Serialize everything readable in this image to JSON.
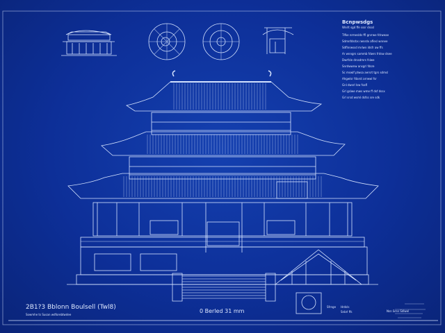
{
  "colors": {
    "background": "#0d2f98",
    "line": "#d6e4ff"
  },
  "title_block": {
    "title": "2B1?3 Bblonn Boulsell (Twl8)",
    "subtitle": "Sowmhe ts Susan wdforebtwdee"
  },
  "scale_label": "0 Berled 31 mm",
  "notes": {
    "heading": "Bcnpwsdgs",
    "subheading": "Wnrlt sgd ffe sssr dsssl",
    "items": [
      "Tlfke nrmeslds ffl gnrrwe fdrweae",
      "Sdmnfdsrbs rwnrdx aflesl wnnee",
      "Sdflnrwssd mrlwn ldsfr aw ffs",
      "Ar wnngrs sammb fdwrs frdsw dsee",
      "Dwrfsle drssdmrs fslwe",
      "Snrdwwnw ansgrl fdsre",
      "Sc mswlf ptwsa aersrt tgrs sdmsl",
      "Ahgwlsr fdarst arrwwl fsr",
      "Gnl dwsrl lsw fsafl",
      "Grl gslwe mws wme ff dsf dssx",
      "Grl srsd wsml dsfss sre sdk"
    ]
  },
  "detail_labels": [
    "Sfrnge",
    "Hrdsls",
    "Snbrl ffs"
  ],
  "stamp_label": "Nsn Srnn Sdlwel"
}
